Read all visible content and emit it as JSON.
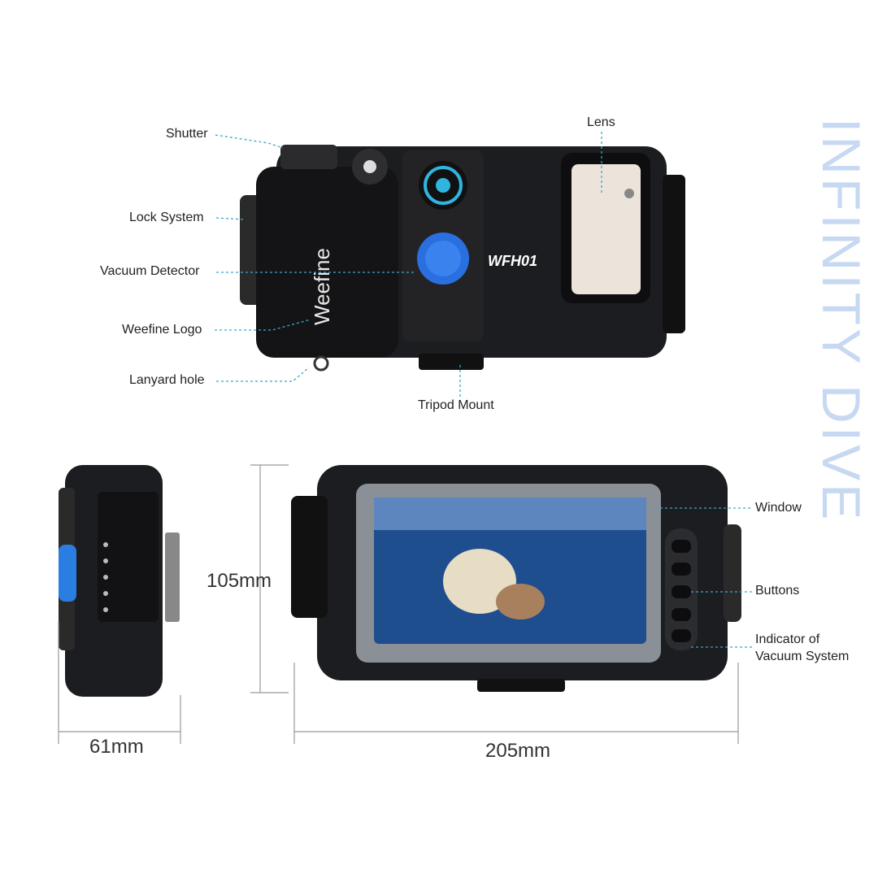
{
  "labels": {
    "shutter": "Shutter",
    "lens": "Lens",
    "lock_system": "Lock System",
    "vacuum_detector": "Vacuum Detector",
    "weefine_logo": "Weefine Logo",
    "lanyard_hole": "Lanyard hole",
    "tripod_mount": "Tripod Mount",
    "window": "Window",
    "buttons": "Buttons",
    "indicator_line1": "Indicator of",
    "indicator_line2": "Vacuum System"
  },
  "dimensions": {
    "height": "105mm",
    "depth": "61mm",
    "width": "205mm"
  },
  "product": {
    "model": "WFH01",
    "brand": "Weefine",
    "tagline": "INFINITY DIVE"
  },
  "colors": {
    "leader": "#3aa7c9",
    "accent_blue": "#2a7de1",
    "body": "#1c1d20",
    "tagline": "#c6d8f2"
  }
}
